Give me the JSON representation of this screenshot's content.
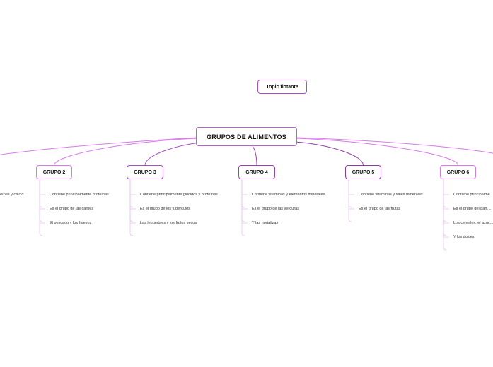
{
  "central": {
    "label": "GRUPOS DE ALIMENTOS"
  },
  "floating_topic": {
    "label": "Topic flotante"
  },
  "groups": [
    {
      "label": "",
      "color": "#d77ae8",
      "items": [
        "...teínas y calcio"
      ]
    },
    {
      "label": "GRUPO 2",
      "color": "#d77ae8",
      "items": [
        "Contiene principalmente proteínas",
        "Es el grupo de las carnes",
        "El pescado y los huevos"
      ]
    },
    {
      "label": "GRUPO 3",
      "color": "#a64fbf",
      "items": [
        "Contiene principalmente glúcidos y proteínas",
        "Es el grupo de los tubérculos",
        "Las legumbres y los frutos secos"
      ]
    },
    {
      "label": "GRUPO 4",
      "color": "#9a3fb0",
      "items": [
        "Contiene vitaminas y elementos minerales",
        "Es el grupo de las verduras",
        "Y las hortalizas"
      ]
    },
    {
      "label": "GRUPO 5",
      "color": "#8e3aa6",
      "items": [
        "Contiene vitaminas y sales minerales",
        "Es el grupo de las frutas"
      ]
    },
    {
      "label": "GRUPO 6",
      "color": "#d77ae8",
      "items": [
        "Contiene principalme...",
        "Es el grupo del pan, ...",
        "Los cereales, el azúc...",
        "Y los dulces"
      ]
    }
  ],
  "colors": {
    "branch": "#d77ae8",
    "accent": "#a64fbf"
  }
}
